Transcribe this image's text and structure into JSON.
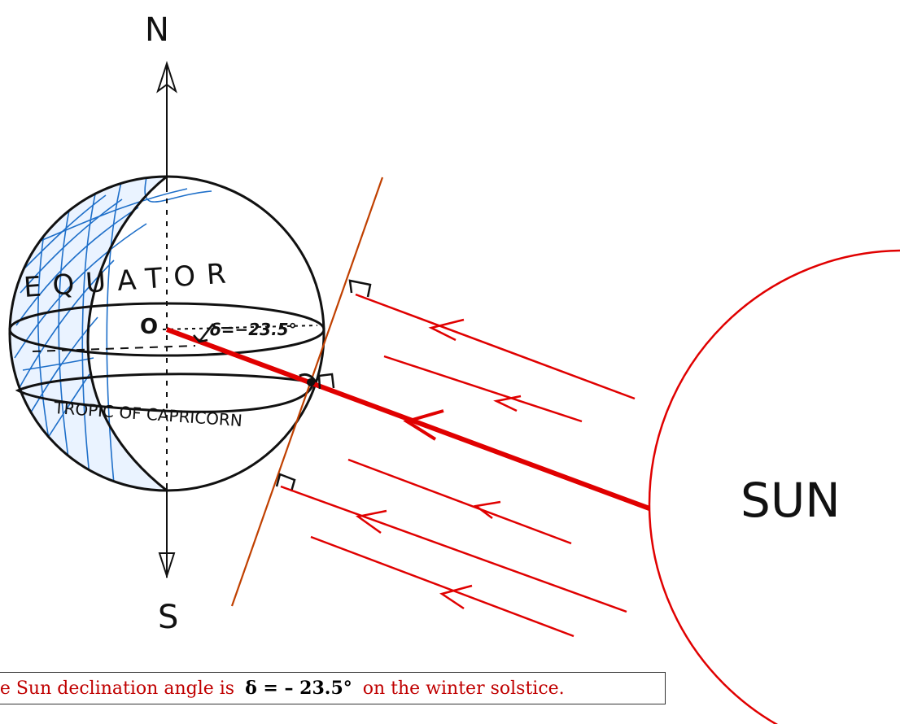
{
  "labels": {
    "north": "N",
    "south": "S",
    "equator": "EQUATOR",
    "tropic": "TROPIC OF CAPRICORN",
    "center": "O",
    "declination": "δ=−23.5°",
    "sun": "SUN"
  },
  "caption": {
    "prefix": "The Sun declination angle is",
    "equation": "δ = – 23.5°",
    "suffix": "on the winter solstice."
  },
  "colors": {
    "rays": "#e00000",
    "sun_outline": "#e00000",
    "globe_outline": "#111111",
    "grid_shading": "#1e6fc9",
    "tangent_line": "#c04000",
    "caption_text": "#c00000"
  }
}
